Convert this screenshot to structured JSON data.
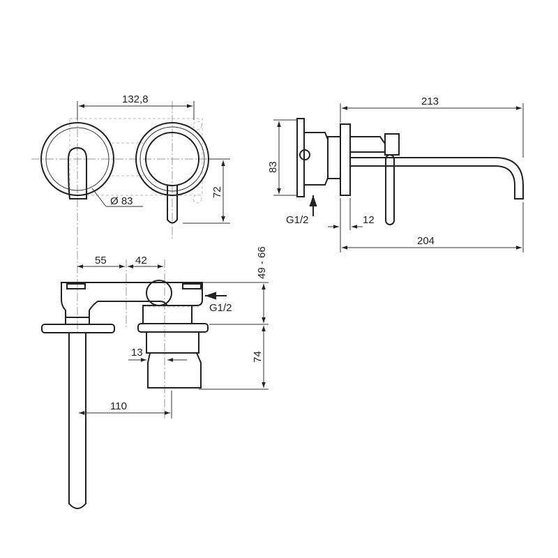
{
  "dimensions": {
    "front_width": "132,8",
    "plate_diameter": "Ø 83",
    "lever_height": "72",
    "side_total_length": "213",
    "side_plate_height": "83",
    "side_inlet": "G1/2",
    "side_offset": "12",
    "side_spout_reach": "204",
    "top_spacing_left": "55",
    "top_spacing_right": "42",
    "top_depth_range": "49 - 66",
    "top_inlet": "G1/2",
    "top_body_depth": "74",
    "top_cartridge": "13",
    "top_spout_offset": "110"
  }
}
